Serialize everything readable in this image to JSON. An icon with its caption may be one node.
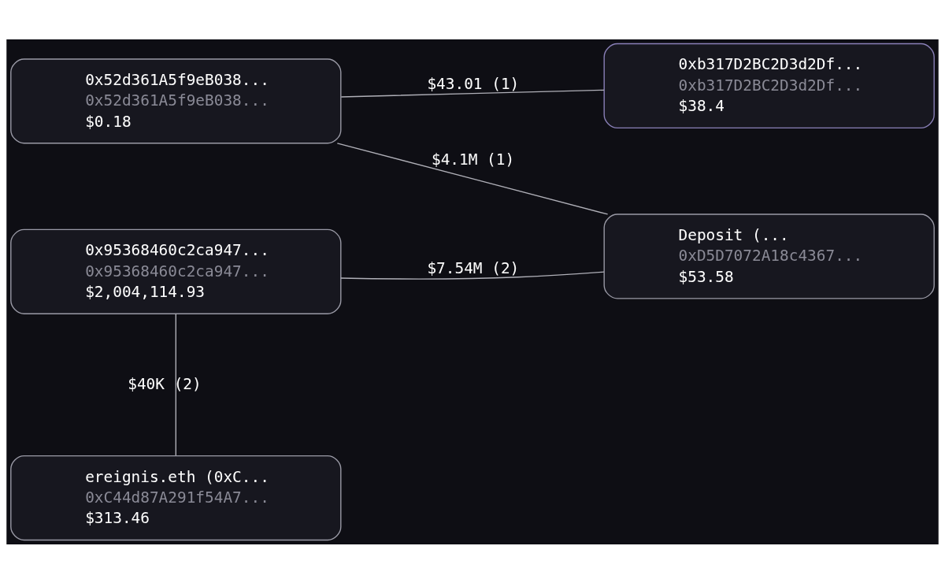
{
  "diagram": {
    "nodes": [
      {
        "text": [
          "0x52d361A5f9eB038...",
          "0x52d361A5f9eB038...",
          "$0.18"
        ]
      },
      {
        "text": [
          "0xb317D2BC2D3d2Df...",
          "0xb317D2BC2D3d2Df...",
          "$38.4"
        ]
      },
      {
        "text": [
          "0x95368460c2ca947...",
          "0x95368460c2ca947...",
          "$2,004,114.93"
        ]
      },
      {
        "text": [
          "Deposit (...",
          "0xD5D7072A18c4367...",
          "$53.58"
        ]
      },
      {
        "text": [
          "ereignis.eth (0xC...",
          "0xC44d87A291f54A7...",
          "$313.46"
        ]
      }
    ],
    "edges": [
      {
        "from": 0,
        "to": 1,
        "arrow": "none",
        "label": "$43.01 (1)"
      },
      {
        "from": 0,
        "to": 3,
        "arrow": "none",
        "label": "$4.1M (1)"
      },
      {
        "from": 2,
        "to": 3,
        "arrow": "none",
        "label": "$7.54M (2)"
      },
      {
        "from": 2,
        "to": 4,
        "arrow": "none",
        "label": "$40K (2)"
      }
    ]
  }
}
